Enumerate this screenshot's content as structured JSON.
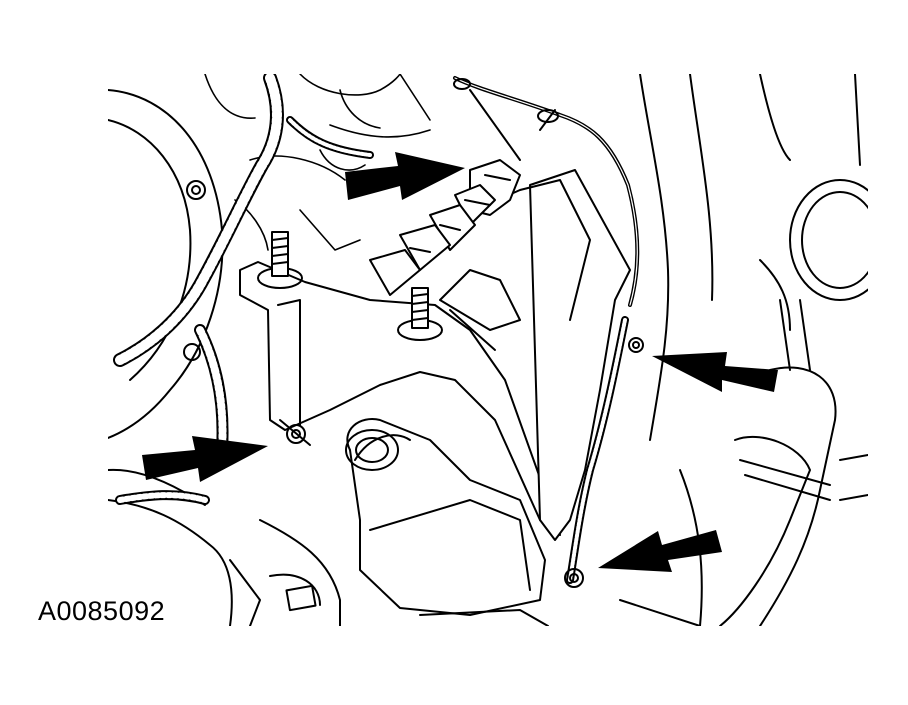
{
  "figure": {
    "code": "A0085092",
    "line_color": "#000000",
    "background_color": "#ffffff"
  },
  "callouts": [
    {
      "id": "arrow-upper-left"
    },
    {
      "id": "arrow-right-mid"
    },
    {
      "id": "arrow-lower-left"
    },
    {
      "id": "arrow-lower-right"
    }
  ]
}
